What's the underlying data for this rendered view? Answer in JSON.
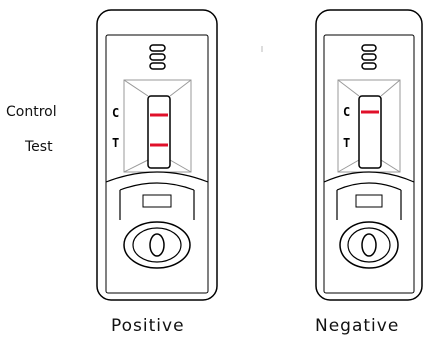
{
  "labels": {
    "control": "Control",
    "test": "Test"
  },
  "cassettes": [
    {
      "caption": "Positive",
      "c_mark": "C",
      "t_mark": "T",
      "control_line": true,
      "test_line": true
    },
    {
      "caption": "Negative",
      "c_mark": "C",
      "t_mark": "T",
      "control_line": true,
      "test_line": false
    }
  ],
  "colors": {
    "line": "#e0102a",
    "outline": "#000000"
  }
}
